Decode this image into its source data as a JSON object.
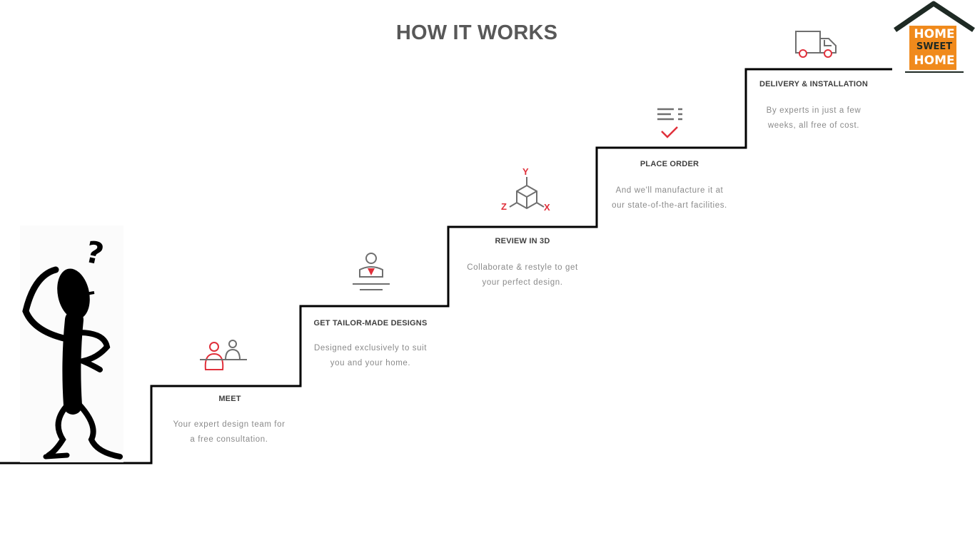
{
  "title": "HOW IT WORKS",
  "logo": {
    "line1": "HOME",
    "line2": "SWEET",
    "line3": "HOME"
  },
  "steps": [
    {
      "title": "MEET",
      "desc1": "Your expert design team for",
      "desc2": "a free consultation.",
      "icon": "people-icon"
    },
    {
      "title": "GET TAILOR-MADE DESIGNS",
      "desc1": "Designed exclusively to suit",
      "desc2": "you and your home.",
      "icon": "designer-icon"
    },
    {
      "title": "REVIEW IN 3D",
      "desc1": "Collaborate & restyle to get",
      "desc2": "your perfect design.",
      "icon": "cube-3d-icon",
      "axes": {
        "y": "Y",
        "z": "Z",
        "x": "X"
      }
    },
    {
      "title": "PLACE ORDER",
      "desc1": "And we'll manufacture it at",
      "desc2": "our state-of-the-art facilities.",
      "icon": "order-checklist-icon"
    },
    {
      "title": "DELIVERY & INSTALLATION",
      "desc1": "By experts in just a few",
      "desc2": "weeks, all free of cost.",
      "icon": "truck-icon"
    }
  ],
  "colors": {
    "accent": "#e0303b",
    "icon_gray": "#6f6f6f",
    "logo_orange": "#f08a1c",
    "logo_dark": "#1e2a24",
    "stairs": "#000000"
  }
}
